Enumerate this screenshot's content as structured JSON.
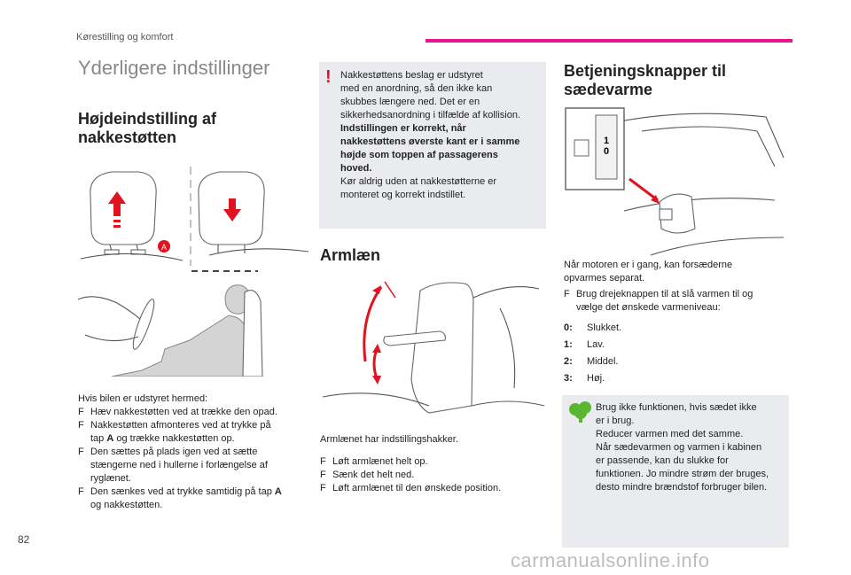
{
  "header": {
    "section": "Kørestilling og komfort",
    "page_number": "82"
  },
  "watermark": "carmanualsonline.info",
  "col1": {
    "title": "Yderligere indstillinger",
    "subtitle_line1": "Højdeindstilling af",
    "subtitle_line2": "nakkestøtten",
    "label_a": "A",
    "intro": "Hvis bilen er udstyret hermed:",
    "bullets": [
      [
        "Hæv nakkestøtten ved at trække den opad."
      ],
      [
        "Nakkestøtten afmonteres ved at trykke på",
        "tap ",
        "A",
        " og trække nakkestøtten op."
      ],
      [
        "Den sættes på plads igen ved at sætte",
        "stængerne ned i hullerne i forlængelse af",
        "ryglænet."
      ],
      [
        "Den sænkes ved at trykke samtidig på tap ",
        "A",
        "og nakkestøtten."
      ]
    ]
  },
  "warning": {
    "mark": "!",
    "lines": [
      "Nakkestøttens beslag er udstyret",
      "med en anordning, så den ikke kan",
      "skubbes længere ned. Det er en",
      "sikkerhedsanordning i tilfælde af kollision."
    ],
    "bold_lines": [
      "Indstillingen er korrekt, når",
      "nakkestøttens øverste kant er i samme",
      "højde som toppen af passagerens",
      "hoved."
    ],
    "end_lines": [
      "Kør aldrig uden at nakkestøtterne er",
      "monteret og korrekt indstillet."
    ]
  },
  "col2": {
    "title": "Armlæn",
    "intro": "Armlænet har indstillingshakker.",
    "bullets": [
      "Løft armlænet helt op.",
      "Sænk det helt ned.",
      "Løft armlænet til den ønskede position."
    ]
  },
  "col3": {
    "title_line1": "Betjeningsknapper til",
    "title_line2": "sædevarme",
    "knob_labels": [
      "1",
      "0"
    ],
    "intro_line1": "Når motoren er i gang, kan forsæderne",
    "intro_line2": "opvarmes separat.",
    "bullet_line1": "Brug drejeknappen til at slå varmen til og",
    "bullet_line2": "vælge det ønskede varmeniveau:",
    "levels": [
      {
        "key": "0:",
        "text": "Slukket."
      },
      {
        "key": "1:",
        "text": "Lav."
      },
      {
        "key": "2:",
        "text": "Middel."
      },
      {
        "key": "3:",
        "text": "Høj."
      }
    ]
  },
  "eco": {
    "lines": [
      "Brug ikke funktionen, hvis sædet ikke",
      "er i brug.",
      "Reducer varmen med det samme.",
      "Når sædevarmen og varmen i kabinen",
      "er passende, kan du slukke for",
      "funktionen. Jo mindre strøm der bruges,",
      "desto mindre brændstof forbruger bilen."
    ]
  },
  "bullet_glyph": "F",
  "colors": {
    "accent": "#e8158f",
    "warning": "#e0131f",
    "eco": "#5cb531",
    "box_bg": "#e9ebee",
    "arrow": "#e0131f"
  }
}
